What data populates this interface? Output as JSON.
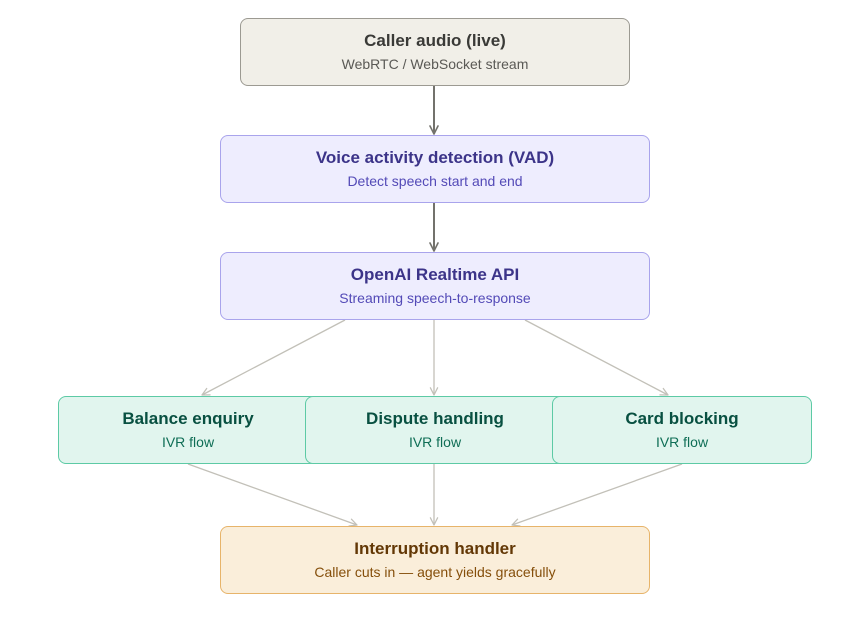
{
  "nodes": {
    "source": {
      "title": "Caller audio (live)",
      "sub": "WebRTC / WebSocket stream"
    },
    "vad": {
      "title": "Voice activity detection (VAD)",
      "sub": "Detect speech start and end"
    },
    "realtime": {
      "title": "OpenAI Realtime API",
      "sub": "Streaming speech-to-response"
    },
    "balance": {
      "title": "Balance enquiry",
      "sub": "IVR flow"
    },
    "dispute": {
      "title": "Dispute handling",
      "sub": "IVR flow"
    },
    "card": {
      "title": "Card blocking",
      "sub": "IVR flow"
    },
    "interrupt": {
      "title": "Interruption handler",
      "sub": "Caller cuts in — agent yields gracefully"
    }
  },
  "edges": [
    {
      "from": "source",
      "to": "vad"
    },
    {
      "from": "vad",
      "to": "realtime"
    },
    {
      "from": "realtime",
      "to": "balance"
    },
    {
      "from": "realtime",
      "to": "dispute"
    },
    {
      "from": "realtime",
      "to": "card"
    },
    {
      "from": "balance",
      "to": "interrupt"
    },
    {
      "from": "dispute",
      "to": "interrupt"
    },
    {
      "from": "card",
      "to": "interrupt"
    }
  ],
  "colors": {
    "source_fill": "#f1efe8",
    "processing_fill": "#eeedfe",
    "ivr_fill": "#e1f5ee",
    "handler_fill": "#faeeda",
    "strong_arrow": "#73726c",
    "light_arrow": "#c2c0b8"
  }
}
